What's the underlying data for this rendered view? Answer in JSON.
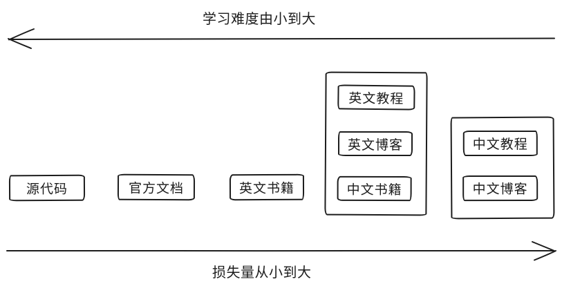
{
  "axes": {
    "top_label": "学习难度由小到大",
    "top_arrow_direction": "left",
    "bottom_label": "损失量从小到大",
    "bottom_arrow_direction": "right"
  },
  "colors": {
    "ink": "#1c1c1c",
    "background": "#ffffff"
  },
  "nodes": [
    {
      "label": "源代码"
    },
    {
      "label": "官方文档"
    },
    {
      "label": "英文书籍"
    }
  ],
  "groups": [
    {
      "nodes": [
        {
          "label": "英文教程"
        },
        {
          "label": "英文博客"
        },
        {
          "label": "中文书籍"
        }
      ]
    },
    {
      "nodes": [
        {
          "label": "中文教程"
        },
        {
          "label": "中文博客"
        }
      ]
    }
  ]
}
